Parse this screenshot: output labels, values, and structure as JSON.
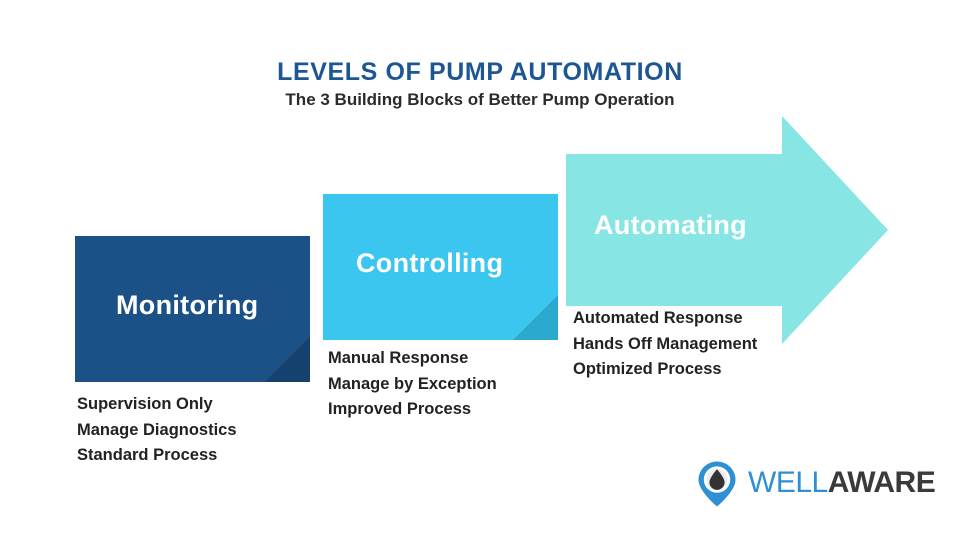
{
  "header": {
    "title": "LEVELS OF PUMP AUTOMATION",
    "subtitle": "The 3 Building Blocks of Better Pump Operation"
  },
  "colors": {
    "title_blue": "#1D5793",
    "stage1_fill": "#1B5187",
    "stage1_shadow": "#15416E",
    "stage2_fill": "#3AC6EF",
    "stage2_shadow": "#2BA8CE",
    "stage3_fill": "#87E5E3",
    "body_text": "#222222",
    "logo_blue": "#2E8FD4",
    "logo_dark": "#3A3A3A",
    "background": "#FFFFFF"
  },
  "stages": [
    {
      "id": "monitoring",
      "label": "Monitoring",
      "shape": "rectangle",
      "bullets": [
        "Supervision Only",
        "Manage Diagnostics",
        "Standard Process"
      ]
    },
    {
      "id": "controlling",
      "label": "Controlling",
      "shape": "rectangle",
      "bullets": [
        "Manual Response",
        "Manage by Exception",
        "Improved Process"
      ]
    },
    {
      "id": "automating",
      "label": "Automating",
      "shape": "arrow-right",
      "bullets": [
        "Automated Response",
        "Hands Off Management",
        "Optimized Process"
      ]
    }
  ],
  "logo": {
    "icon": "map-pin-water-drop-icon",
    "word_primary": "WELL",
    "word_secondary": "AWARE"
  }
}
